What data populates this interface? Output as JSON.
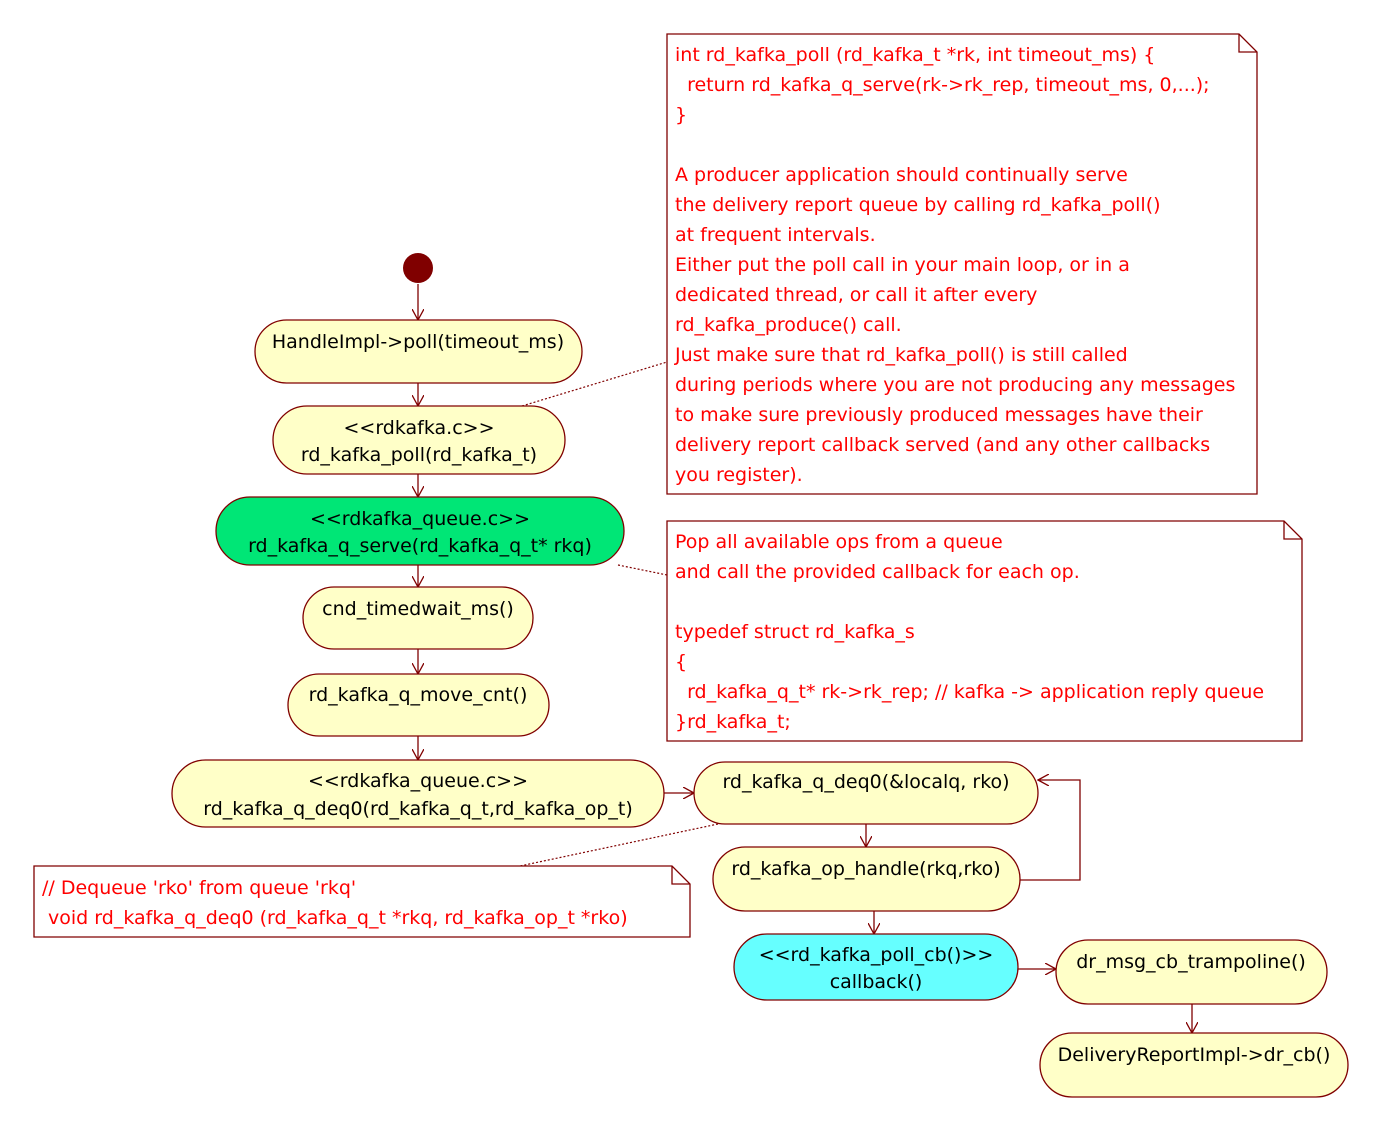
{
  "colors": {
    "line": "#800000",
    "node_fill": "#ffffc8",
    "highlight_fill": "#00e676",
    "callback_fill": "#66ffff",
    "note_text": "#ff0000",
    "start": "#800000"
  },
  "nodes": {
    "handle_poll": {
      "lines": [
        "HandleImpl->poll(timeout_ms)"
      ]
    },
    "rd_kafka_poll": {
      "lines": [
        "<<rdkafka.c>>",
        "rd_kafka_poll(rd_kafka_t)"
      ]
    },
    "q_serve": {
      "lines": [
        "<<rdkafka_queue.c>>",
        "rd_kafka_q_serve(rd_kafka_q_t* rkq)"
      ]
    },
    "cnd_timedwait": {
      "lines": [
        "cnd_timedwait_ms()"
      ]
    },
    "q_move_cnt": {
      "lines": [
        "rd_kafka_q_move_cnt()"
      ]
    },
    "q_deq0": {
      "lines": [
        "<<rdkafka_queue.c>>",
        "rd_kafka_q_deq0(rd_kafka_q_t,rd_kafka_op_t)"
      ]
    },
    "q_deq0_local": {
      "lines": [
        "rd_kafka_q_deq0(&localq, rko)"
      ]
    },
    "op_handle": {
      "lines": [
        "rd_kafka_op_handle(rkq,rko)"
      ]
    },
    "poll_cb": {
      "lines": [
        "<<rd_kafka_poll_cb()>>",
        "callback()"
      ]
    },
    "trampoline": {
      "lines": [
        "dr_msg_cb_trampoline()"
      ]
    },
    "dr_cb": {
      "lines": [
        "DeliveryReportImpl->dr_cb()"
      ]
    }
  },
  "notes": {
    "poll_note": {
      "lines": [
        "int rd_kafka_poll (rd_kafka_t *rk, int timeout_ms) {",
        "  return rd_kafka_q_serve(rk->rk_rep, timeout_ms, 0,...);",
        "}",
        "",
        "A producer application should continually serve",
        "the delivery report queue by calling rd_kafka_poll()",
        "at frequent intervals.",
        "Either put the poll call in your main loop, or in a",
        "dedicated thread, or call it after every",
        "rd_kafka_produce() call.",
        "Just make sure that rd_kafka_poll() is still called",
        "during periods where you are not producing any messages",
        "to make sure previously produced messages have their",
        "delivery report callback served (and any other callbacks",
        "you register)."
      ]
    },
    "serve_note": {
      "lines": [
        "Pop all available ops from a queue",
        "and call the provided callback for each op.",
        "",
        "typedef struct rd_kafka_s",
        "{",
        "  rd_kafka_q_t* rk->rk_rep; // kafka -> application reply queue",
        "}rd_kafka_t;"
      ]
    },
    "deq_note": {
      "lines": [
        "// Dequeue 'rko' from queue 'rkq'",
        " void rd_kafka_q_deq0 (rd_kafka_q_t *rkq, rd_kafka_op_t *rko)"
      ]
    }
  }
}
